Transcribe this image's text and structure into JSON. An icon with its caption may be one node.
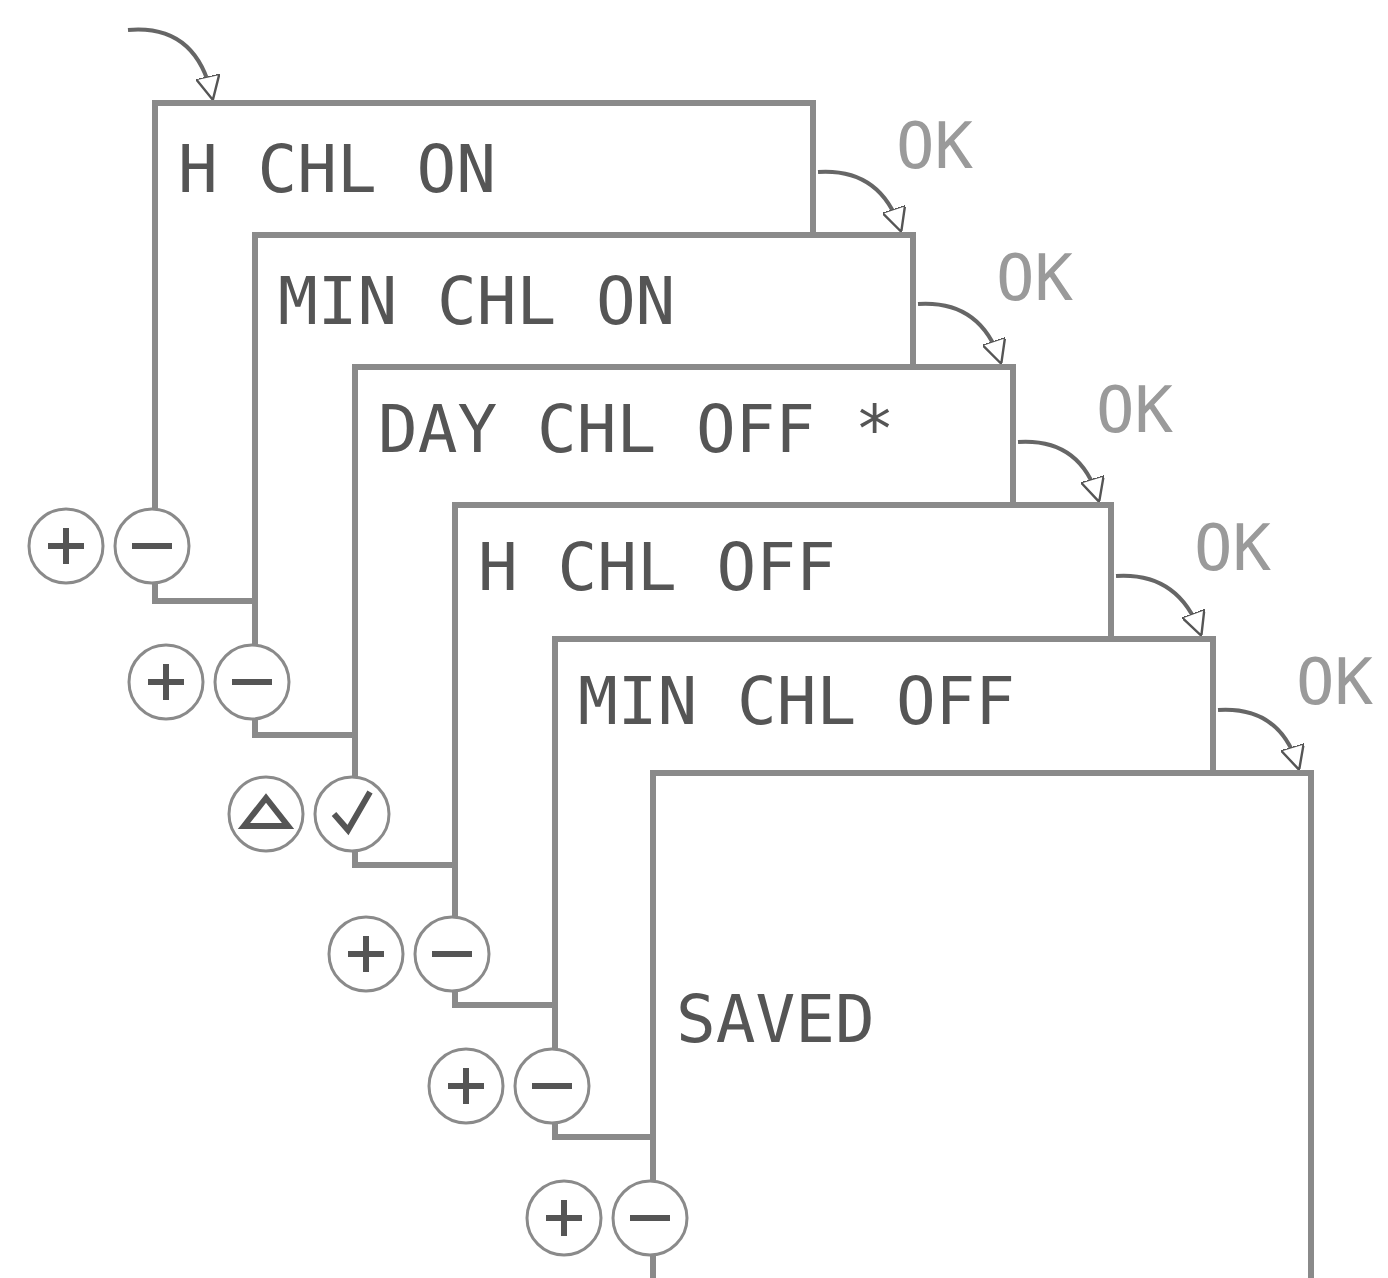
{
  "diagram": {
    "nodes": [
      {
        "text": [
          "H CHL ON"
        ]
      },
      {
        "text": [
          "MIN CHL ON"
        ]
      },
      {
        "text": [
          "DAY CHL OFF *"
        ]
      },
      {
        "text": [
          "H CHL OFF"
        ]
      },
      {
        "text": [
          "MIN CHL OFF"
        ]
      },
      {
        "text": [
          "SAVED"
        ]
      }
    ],
    "edges": [
      {
        "from": null,
        "to": 0,
        "arrow": "to"
      },
      {
        "from": 0,
        "to": 1,
        "arrow": "to",
        "label": "OK"
      },
      {
        "from": 1,
        "to": 2,
        "arrow": "to",
        "label": "OK"
      },
      {
        "from": 2,
        "to": 3,
        "arrow": "to",
        "label": "OK"
      },
      {
        "from": 3,
        "to": 4,
        "arrow": "to",
        "label": "OK"
      },
      {
        "from": 4,
        "to": 5,
        "arrow": "to",
        "label": "OK"
      }
    ]
  }
}
